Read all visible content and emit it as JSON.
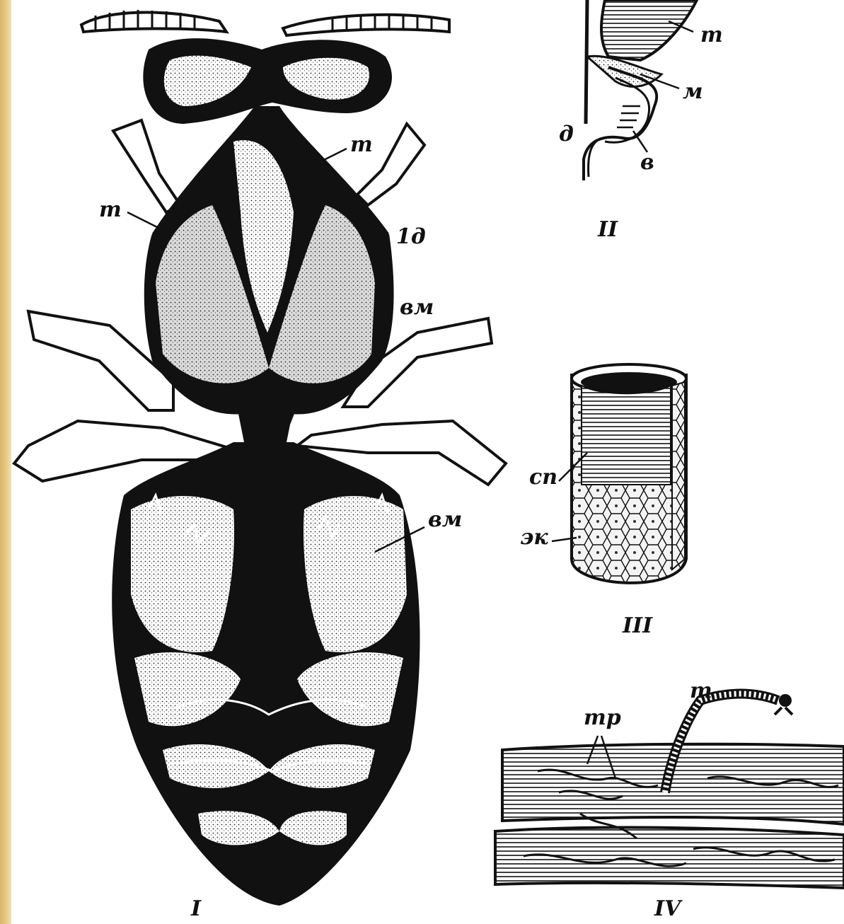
{
  "figure_I": {
    "numeral": "I",
    "labels": {
      "trachea_left": "т",
      "trachea_right": "т",
      "duct_1": "1д",
      "air_sac_thorax": "вм",
      "air_sac_abdomen": "вм"
    }
  },
  "figure_II": {
    "numeral": "II",
    "labels": {
      "trachea": "т",
      "muscle": "м",
      "duct": "д",
      "valve": "в"
    }
  },
  "figure_III": {
    "numeral": "III",
    "labels": {
      "spiral": "сп",
      "epithelium": "эк"
    }
  },
  "figure_IV": {
    "numeral": "IV",
    "labels": {
      "tracheoles": "тр",
      "trachea": "т"
    }
  },
  "colors": {
    "ink": "#111111",
    "paper": "#ffffff",
    "border": "#e0c27c"
  }
}
